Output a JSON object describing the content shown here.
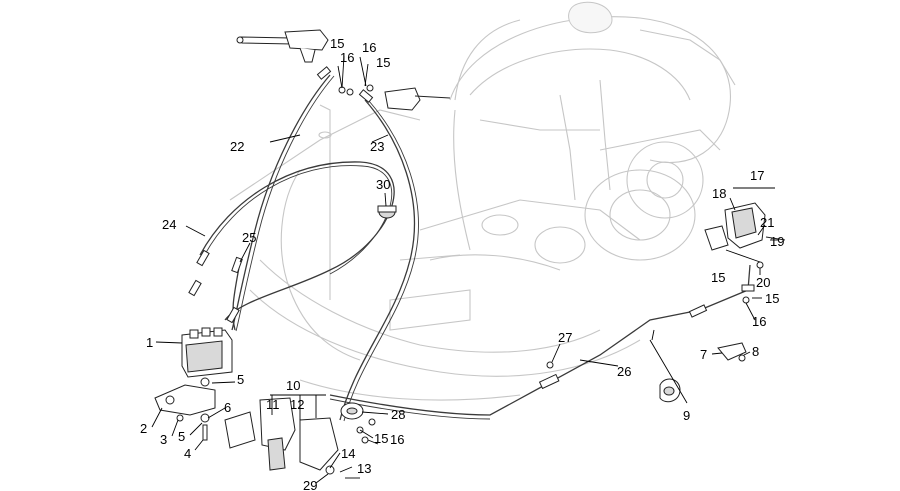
{
  "diagram": {
    "callouts": [
      "1",
      "2",
      "3",
      "4",
      "5",
      "5",
      "6",
      "7",
      "8",
      "9",
      "10",
      "11",
      "12",
      "13",
      "14",
      "15",
      "15",
      "15",
      "15",
      "15",
      "16",
      "16",
      "16",
      "16",
      "17",
      "18",
      "19",
      "20",
      "21",
      "22",
      "23",
      "24",
      "25",
      "26",
      "27",
      "28",
      "29",
      "30"
    ]
  }
}
